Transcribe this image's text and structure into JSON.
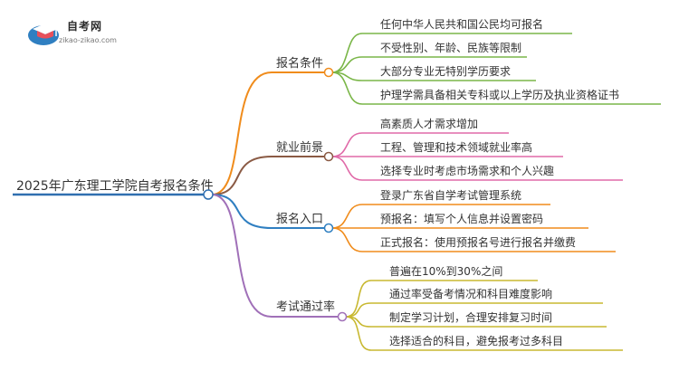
{
  "logo": {
    "name": "自考网",
    "url": "zikao-zikao.com"
  },
  "root": {
    "label": "2025年广东理工学院自考报名条件",
    "color": "#2f6fb0"
  },
  "branches": [
    {
      "label": "报名条件",
      "color": "#f08c1c",
      "leaf_color": "#7ab648",
      "leaves": [
        "任何中华人民共和国公民均可报名",
        "不受性别、年龄、民族等限制",
        "大部分专业无特别学历要求",
        "护理学需具备相关专科或以上学历及执业资格证书"
      ]
    },
    {
      "label": "就业前景",
      "color": "#8a5a44",
      "leaf_color": "#e06aa8",
      "leaves": [
        "高素质人才需求增加",
        "工程、管理和技术领域就业率高",
        "选择专业时考虑市场需求和个人兴趣"
      ]
    },
    {
      "label": "报名入口",
      "color": "#2f7fc1",
      "leaf_color": "#f08c1c",
      "leaves": [
        "登录广东省自学考试管理系统",
        "预报名：填写个人信息并设置密码",
        "正式报名：使用预报名号进行报名并缴费"
      ]
    },
    {
      "label": "考试通过率",
      "color": "#a070b8",
      "leaf_color": "#c8b830",
      "leaves": [
        "普遍在10%到30%之间",
        "通过率受备考情况和科目难度影响",
        "制定学习计划，合理安排复习时间",
        "选择适合的科目，避免报考过多科目"
      ]
    }
  ]
}
